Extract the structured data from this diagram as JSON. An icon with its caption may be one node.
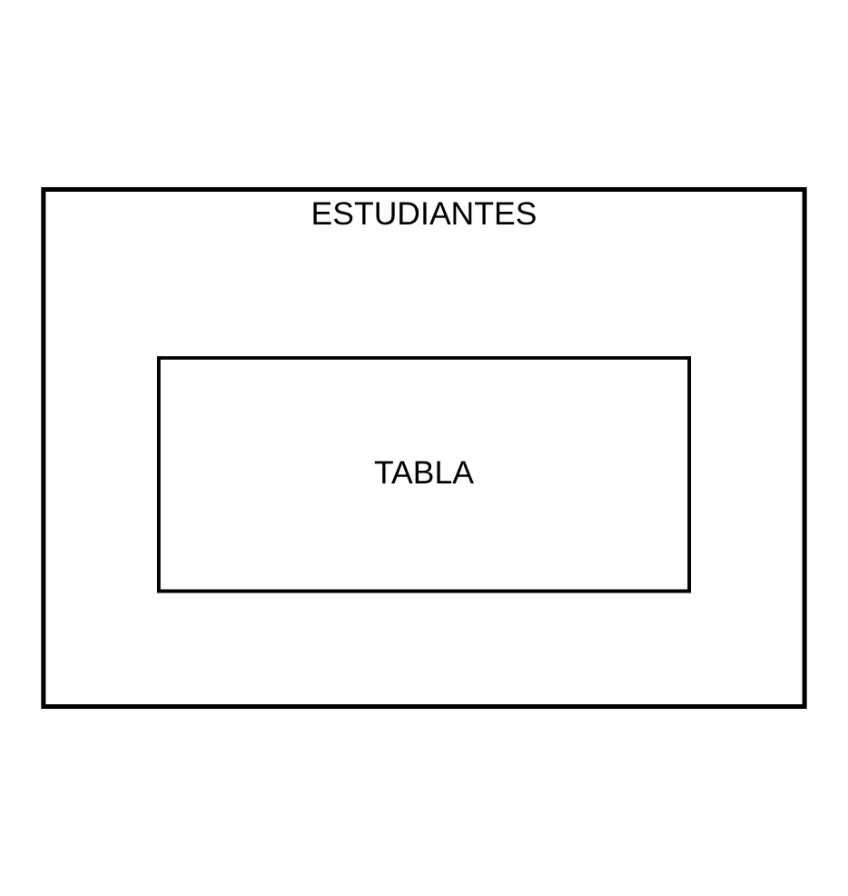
{
  "diagram": {
    "nodes": [
      {
        "text": [
          "ESTUDIANTES"
        ]
      },
      {
        "text": [
          "TABLA"
        ],
        "in": 0
      }
    ]
  }
}
